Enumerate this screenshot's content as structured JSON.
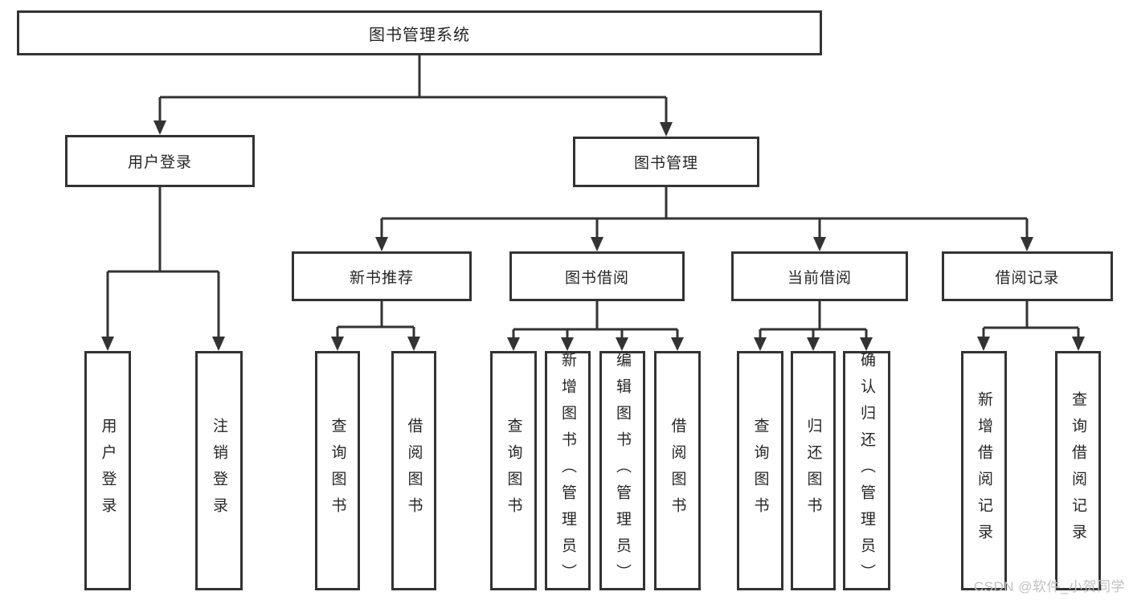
{
  "diagram": {
    "root": "图书管理系统",
    "level2": {
      "user_login": "用户登录",
      "book_management": "图书管理"
    },
    "level3": {
      "new_book_recommend": "新书推荐",
      "book_borrow": "图书借阅",
      "current_borrow": "当前借阅",
      "borrow_records": "借阅记录"
    },
    "leaves": {
      "user_login": "用户登录",
      "logout": "注销登录",
      "query_books_1": "查询图书",
      "borrow_books_1": "借阅图书",
      "query_books_2": "查询图书",
      "add_book_admin": "新增图书（管理员）",
      "edit_book_admin": "编辑图书（管理员）",
      "borrow_books_2": "借阅图书",
      "query_books_3": "查询图书",
      "return_book": "归还图书",
      "confirm_return_admin": "确认归还（管理员）",
      "add_borrow_record": "新增借阅记录",
      "query_borrow_record": "查询借阅记录"
    }
  },
  "watermark": "CSDN @软件_小贺同学",
  "colors": {
    "line": "#333333",
    "text": "#262626",
    "watermark": "#c0c0c0",
    "background": "#ffffff"
  }
}
